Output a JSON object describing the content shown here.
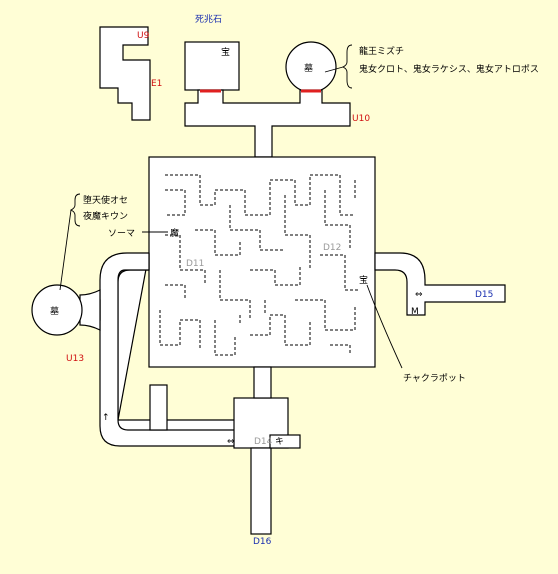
{
  "labels": {
    "u9": "U9",
    "e1": "E1",
    "shichouseki": "死兆石",
    "treasure_top": "宝",
    "tomb_top": "墓",
    "ryuou": "龍王ミズチ",
    "kijo": "鬼女クロト、鬼女ラケシス、鬼女アトロポス",
    "u10": "U10",
    "datenshi": "堕天使オセ",
    "yama": "夜魔キウン",
    "soma": "ソーマ",
    "ma": "魔",
    "d11": "D11",
    "d12": "D12",
    "tomb_left": "墓",
    "u13": "U13",
    "treasure_right": "宝",
    "d15": "D15",
    "m": "M",
    "chakra": "チャクラポット",
    "d14": "D14",
    "ki": "キ",
    "d16": "D16",
    "up_arrow": "↑",
    "lr_arrow": "⇔"
  },
  "colors": {
    "background": "#fffed6",
    "room": "#ffffff",
    "blue_label": "#1a2fb0",
    "red_label": "#d01010",
    "door": "#e02020"
  }
}
